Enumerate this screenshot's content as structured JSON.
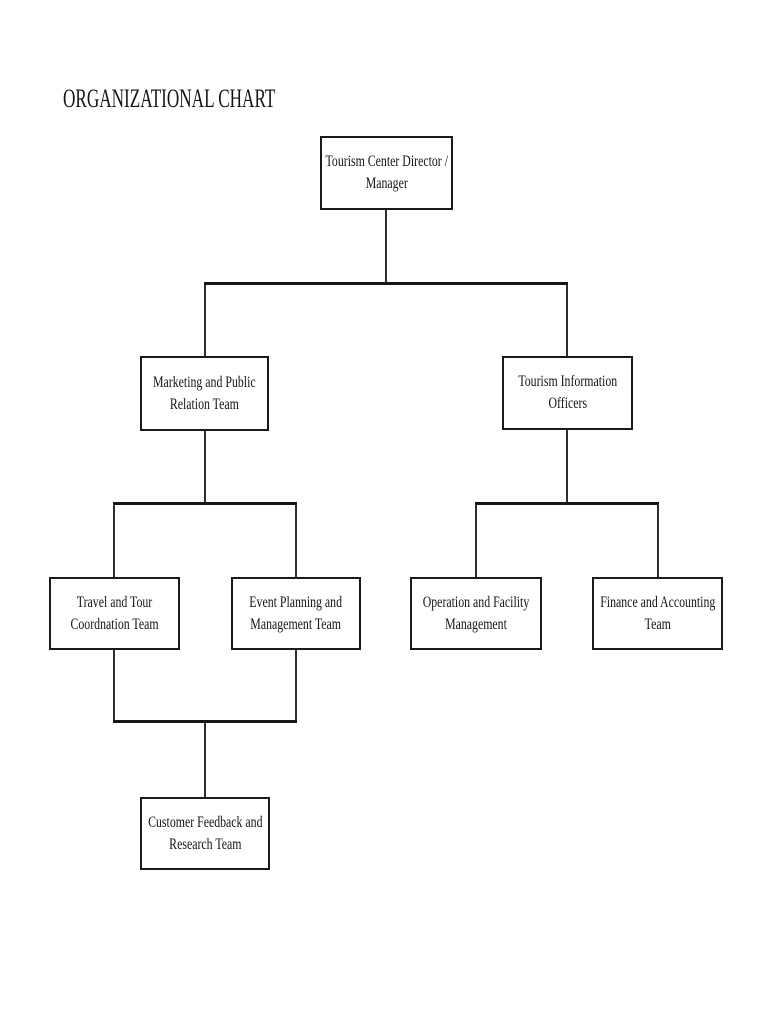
{
  "page": {
    "title": "ORGANIZATIONAL CHART"
  },
  "org_chart": {
    "nodes": [
      {
        "id": "director",
        "label": "Tourism Center Director / Manager",
        "lines": [
          "Tourism Center Director /",
          "Manager"
        ]
      },
      {
        "id": "marketing",
        "label": "Marketing and Public Relation Team",
        "lines": [
          "Marketing and Public",
          "Relation Team"
        ]
      },
      {
        "id": "tourism-information",
        "label": "Tourism Information Officers",
        "lines": [
          "Tourism Information",
          "Officers"
        ]
      },
      {
        "id": "travel-tour",
        "label": "Travel and Tour Coordnation Team",
        "lines": [
          "Travel and Tour",
          "Coordnation Team"
        ]
      },
      {
        "id": "event-planning",
        "label": "Event Planning and Management Team",
        "lines": [
          "Event Planning and",
          "Management Team"
        ]
      },
      {
        "id": "operation-facility",
        "label": "Operation and Facility Management",
        "lines": [
          "Operation and Facility",
          "Management"
        ]
      },
      {
        "id": "finance-accounting",
        "label": "Finance and Accounting Team",
        "lines": [
          "Finance and Accounting",
          "Team"
        ]
      },
      {
        "id": "customer-feedback",
        "label": "Customer Feedback and Research Team",
        "lines": [
          "Customer Feedback and",
          "Research Team"
        ]
      }
    ],
    "edges": [
      {
        "from": "director",
        "to": "marketing"
      },
      {
        "from": "director",
        "to": "tourism-information"
      },
      {
        "from": "marketing",
        "to": "travel-tour"
      },
      {
        "from": "marketing",
        "to": "event-planning"
      },
      {
        "from": "tourism-information",
        "to": "operation-facility"
      },
      {
        "from": "tourism-information",
        "to": "finance-accounting"
      },
      {
        "from": "travel-tour",
        "to": "customer-feedback"
      },
      {
        "from": "event-planning",
        "to": "customer-feedback"
      }
    ],
    "colors": {
      "line": "#161616",
      "box_border": "#1a1a1a",
      "background": "#ffffff",
      "text": "#141414"
    }
  }
}
